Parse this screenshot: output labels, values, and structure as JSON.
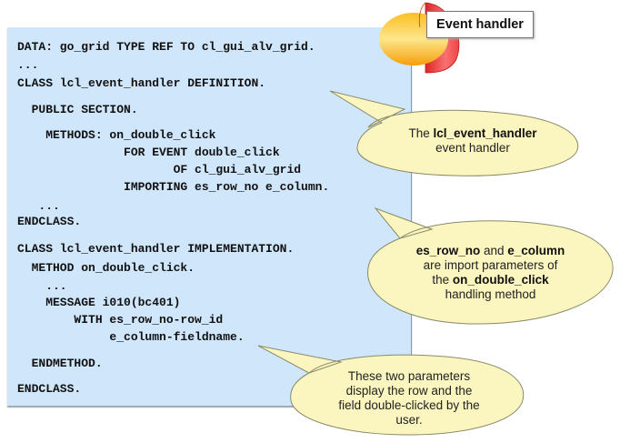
{
  "badge": {
    "label": "Event handler"
  },
  "code": {
    "lines": [
      "DATA: go_grid TYPE REF TO cl_gui_alv_grid.",
      "...",
      "CLASS lcl_event_handler DEFINITION.",
      "  PUBLIC SECTION.",
      "    METHODS: on_double_click",
      "               FOR EVENT double_click",
      "                      OF cl_gui_alv_grid",
      "               IMPORTING es_row_no e_column.",
      "   ...",
      "ENDCLASS.",
      "CLASS lcl_event_handler IMPLEMENTATION.",
      "  METHOD on_double_click.",
      "    ...",
      "    MESSAGE i010(bc401)",
      "        WITH es_row_no-row_id",
      "             e_column-fieldname.",
      "  ENDMETHOD.",
      "ENDCLASS."
    ]
  },
  "callouts": {
    "handler": {
      "prefix": "The ",
      "bold": "lcl_event_handler",
      "line2": "event handler"
    },
    "params": {
      "bold1": "es_row_no",
      "mid": " and ",
      "bold2": "e_column",
      "line2": "are import parameters of",
      "line3_prefix": "the ",
      "line3_bold": "on_double_click",
      "line4": "handling method"
    },
    "display": {
      "line1": "These two parameters",
      "line2": "display the row and the",
      "line3": "field double-clicked by the",
      "line4": "user."
    }
  },
  "colors": {
    "panel": "#cfe6fb",
    "bubble": "#fbf5c0",
    "bubble_stroke": "#8a8a6a",
    "icon_yellow": "#fcd34d",
    "icon_red": "#ef4444"
  }
}
